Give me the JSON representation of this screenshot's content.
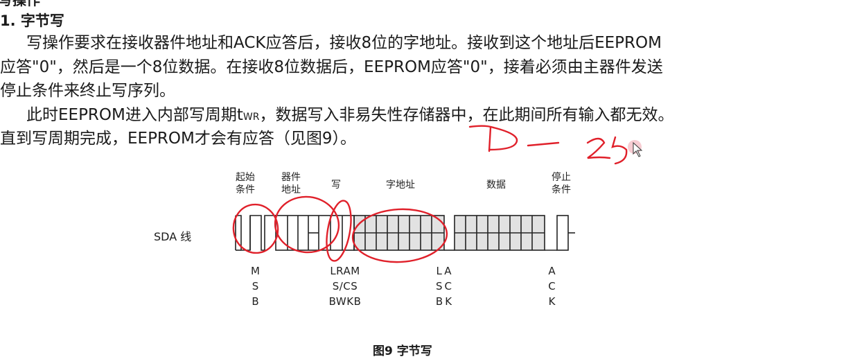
{
  "heading_top": "写操作",
  "section_title": "1. 字节写",
  "paragraph1": {
    "line1": "写操作要求在接收器件地址和ACK应答后，接收8位的字地址。接收到这个地址后EEPROM",
    "line2": "应答\"0\"，然后是一个8位数据。在接收8位数据后，EEPROM应答\"0\"，接着必须由主器件发送",
    "line3": "停止条件来终止写序列。"
  },
  "paragraph2": {
    "line1_a": "此时EEPROM进入内部写周期t",
    "line1_sub": "WR",
    "line1_b": "，数据写入非易失性存储器中，在此期间所有输入都无效。",
    "line2": "直到写周期完成，EEPROM才会有应答（见图9）。"
  },
  "diagram": {
    "labels": {
      "start_1": "起始",
      "start_2": "条件",
      "device_1": "器件",
      "device_2": "地址",
      "write": "写",
      "word_addr": "字地址",
      "data": "数据",
      "stop_1": "停止",
      "stop_2": "条件"
    },
    "sda_label": "SDA  线",
    "bits": {
      "msb": [
        "M",
        "S",
        "B"
      ],
      "rw_1": "LRAM",
      "rw_2": "S/CS",
      "rw_3": "BWKB",
      "lsb_ack": [
        "LA",
        "SC",
        "BK"
      ],
      "ack": [
        "A",
        "C",
        "K"
      ]
    }
  },
  "caption": "图9 字节写",
  "colors": {
    "text": "#1a1a1a",
    "shaded_field": "#e2e2e2",
    "annotation_red": "#e0202a"
  }
}
